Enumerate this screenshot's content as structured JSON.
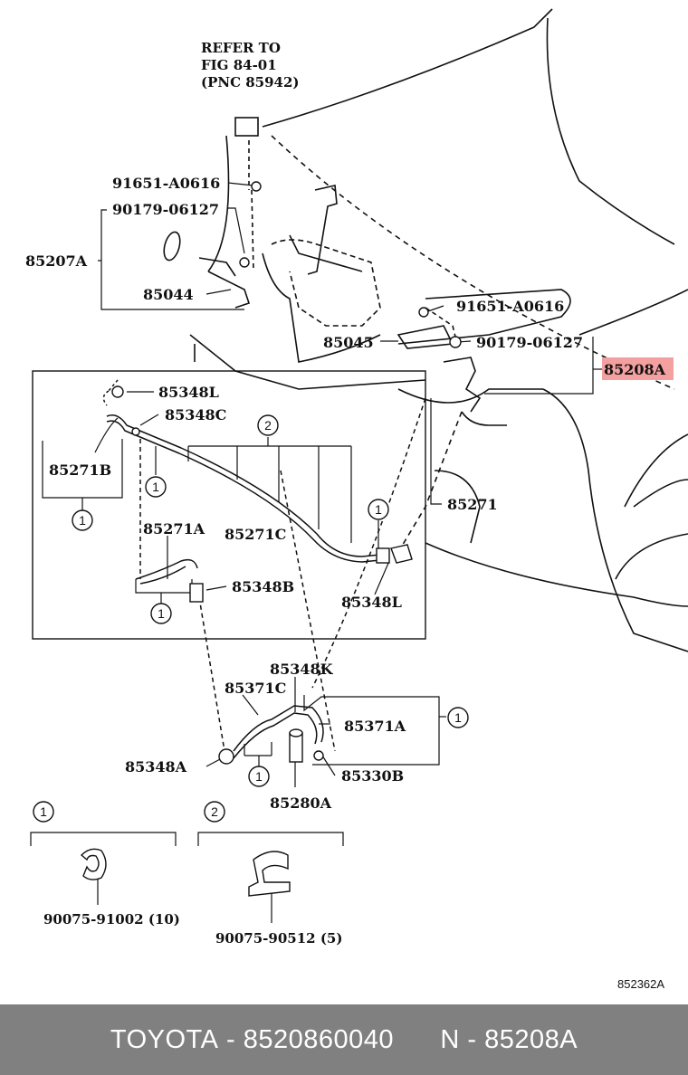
{
  "refer_note": [
    "REFER TO",
    "FIG 84-01",
    "(PNC 85942)"
  ],
  "parts": {
    "p91651_top": "91651-A0616",
    "p90179_top": "90179-06127",
    "p85207A": "85207A",
    "p85044": "85044",
    "p91651_right": "91651-A0616",
    "p85045": "85045",
    "p90179_right": "90179-06127",
    "p85208A": "85208A",
    "p85348L_top": "85348L",
    "p85348C": "85348C",
    "p85271B": "85271B",
    "p85271A": "85271A",
    "p85271C": "85271C",
    "p85271": "85271",
    "p85348B": "85348B",
    "p85348L_bottom": "85348L",
    "p85348K": "85348K",
    "p85371C": "85371C",
    "p85371A": "85371A",
    "p85348A": "85348A",
    "p85330B": "85330B",
    "p85280A": "85280A",
    "p90075_91002": "90075-91002 (10)",
    "p90075_90512": "90075-90512 (5)"
  },
  "callouts": {
    "c1": "1",
    "c2": "2"
  },
  "diagram_code": "852362A",
  "highlight_color": "#f4a0a0",
  "footer": {
    "brand": "TOYOTA",
    "part_number": "8520860040",
    "label_prefix": "N",
    "part_code": "85208A"
  }
}
